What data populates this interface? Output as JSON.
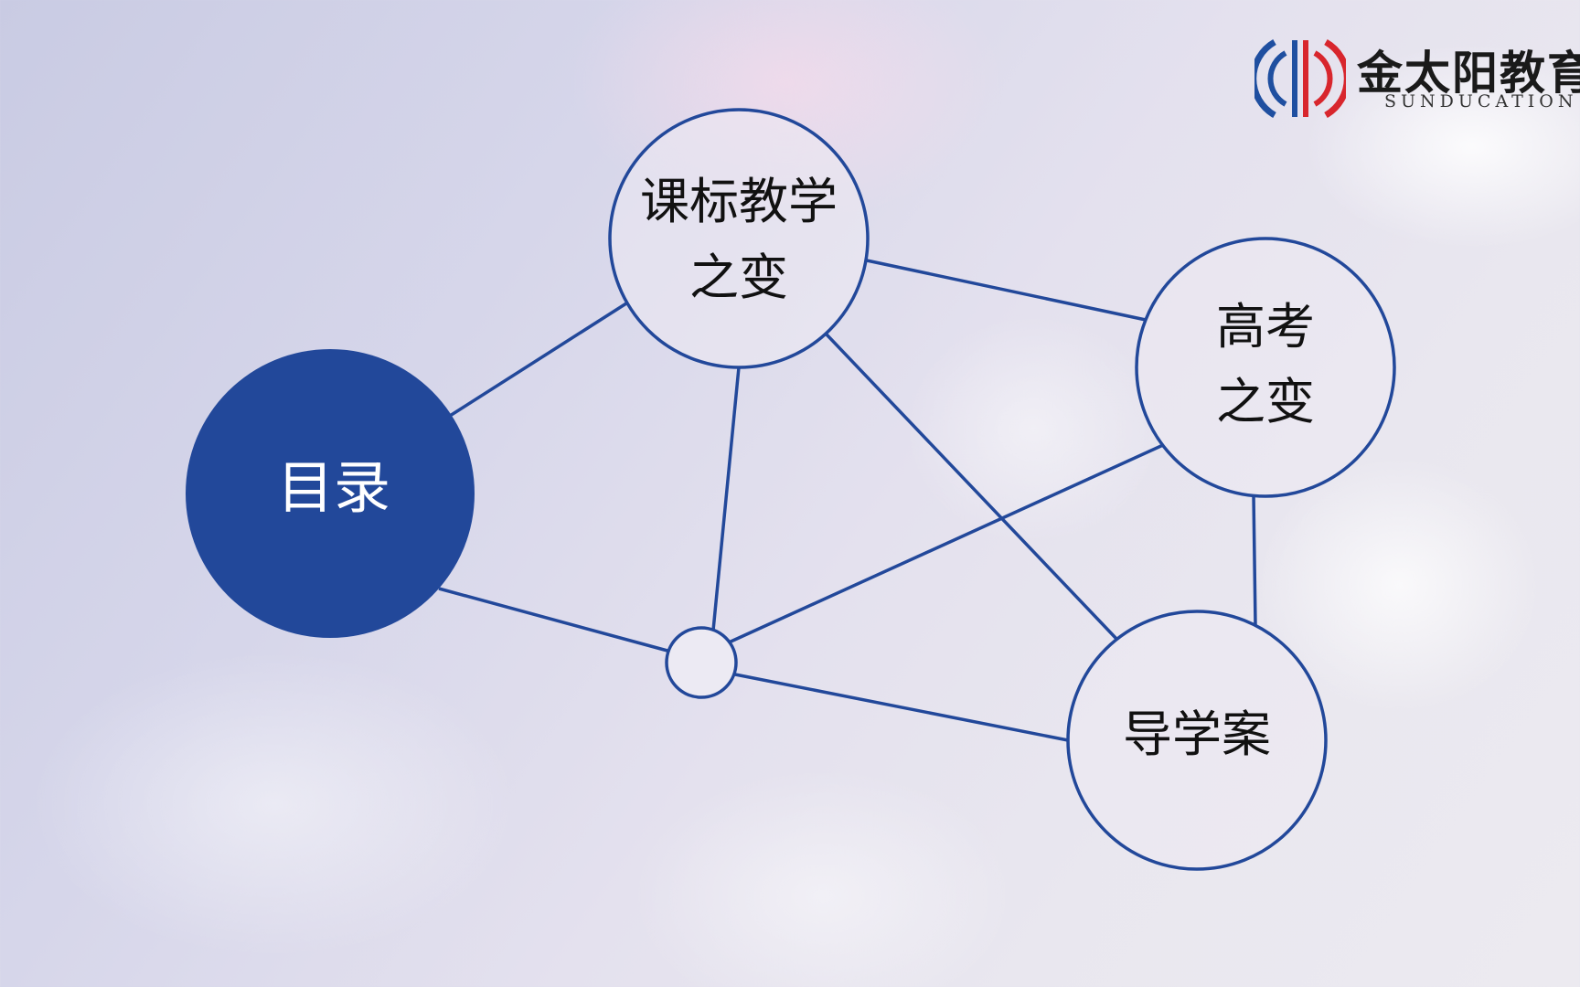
{
  "brand": {
    "name": "金太阳教育",
    "subtitle": "SUNDUCATION"
  },
  "colors": {
    "accent": "#22489a",
    "node_fill": "#eceaf3",
    "logo_blue": "#1f4fa0",
    "logo_red": "#d8262d"
  },
  "diagram": {
    "center": {
      "label": "目录"
    },
    "nodes": [
      {
        "id": "kebiao",
        "lines": [
          "课标教学",
          "之变"
        ]
      },
      {
        "id": "gaokao",
        "lines": [
          "高考",
          "之变"
        ]
      },
      {
        "id": "daoxuean",
        "lines": [
          "导学案"
        ]
      }
    ]
  }
}
